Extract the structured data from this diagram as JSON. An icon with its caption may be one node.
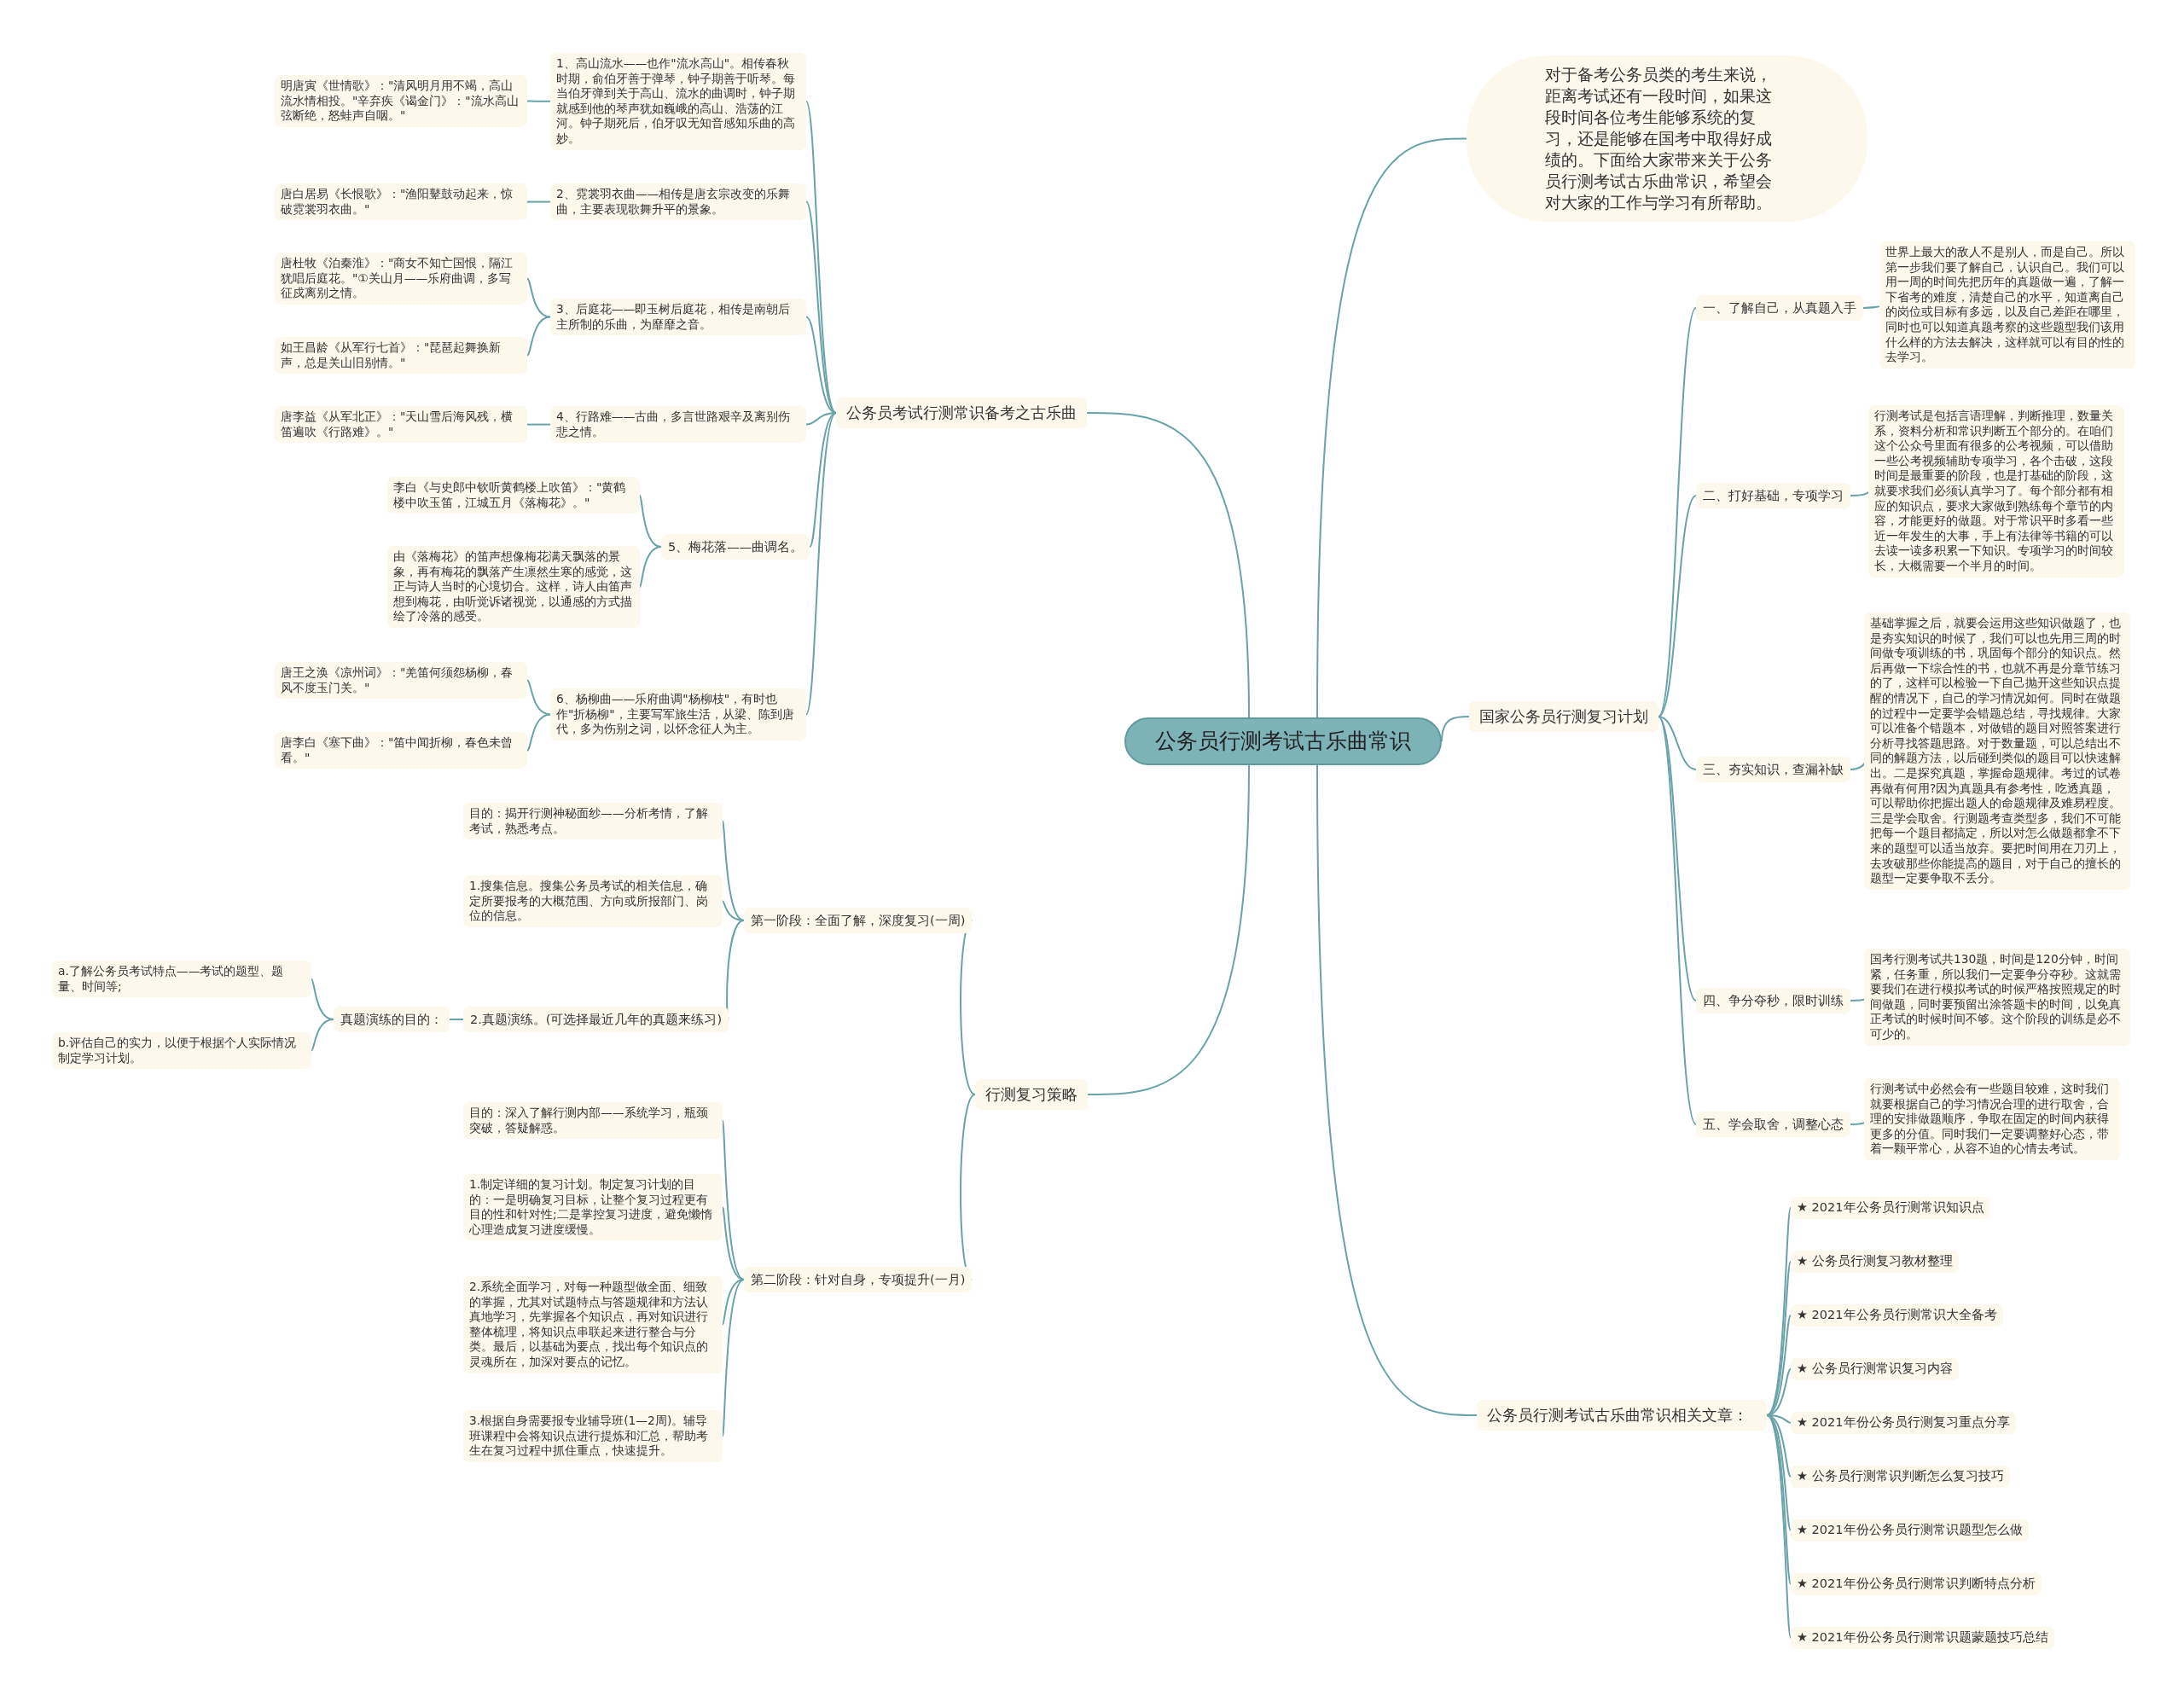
{
  "diagram": {
    "nodes": [
      {
        "text": [
          "公务员行测考试古乐曲常识"
        ]
      },
      {
        "text": [
          "公务员考试行测常识备考之古乐曲"
        ]
      },
      {
        "text": [
          "1、高山流水——也作\"流水高山\"。相传春秋时期，俞伯牙善于弹琴，钟子期善于听琴。每当伯牙弹到关于高山、流水的曲调时，钟子期就感到他的琴声犹如巍峨的高山、浩荡的江河。钟子期死后，伯牙叹无知音感知乐曲的高妙。"
        ]
      },
      {
        "text": [
          "明唐寅《世情歌》：\"清风明月用不竭，高山流水情相投。\"辛弃疾《谒金门》：\"流水高山弦断绝，怒蛙声自咽。\""
        ]
      },
      {
        "text": [
          "2、霓裳羽衣曲——相传是唐玄宗改变的乐舞曲，主要表现歌舞升平的景象。"
        ]
      },
      {
        "text": [
          "唐白居易《长恨歌》：\"渔阳鼙鼓动起来，惊破霓裳羽衣曲。\""
        ]
      },
      {
        "text": [
          "3、后庭花——即玉树后庭花，相传是南朝后主所制的乐曲，为靡靡之音。"
        ]
      },
      {
        "text": [
          "唐杜牧《泊秦淮》：\"商女不知亡国恨，隔江犹唱后庭花。\"①关山月——乐府曲调，多写征戍离别之情。"
        ]
      },
      {
        "text": [
          "如王昌龄《从军行七首》：\"琵琶起舞换新声，总是关山旧别情。\""
        ]
      },
      {
        "text": [
          "4、行路难——古曲，多言世路艰辛及离别伤悲之情。"
        ]
      },
      {
        "text": [
          "唐李益《从军北正》：\"天山雪后海风残，横笛遍吹《行路难》。\""
        ]
      },
      {
        "text": [
          "5、梅花落——曲调名。"
        ]
      },
      {
        "text": [
          "李白《与史郎中钦听黄鹤楼上吹笛》：\"黄鹤楼中吹玉笛，江城五月《落梅花》。\""
        ]
      },
      {
        "text": [
          "由《落梅花》的笛声想像梅花满天飘落的景象，再有梅花的飘落产生凛然生寒的感觉，这正与诗人当时的心境切合。这样，诗人由笛声想到梅花，由听觉诉诸视觉，以通感的方式描绘了冷落的感受。"
        ]
      },
      {
        "text": [
          "6、杨柳曲——乐府曲调\"杨柳枝\"，有时也作\"折杨柳\"，主要写军旅生活，从梁、陈到唐代，多为伤别之词，以怀念征人为主。"
        ]
      },
      {
        "text": [
          "唐王之涣《凉州词》：\"羌笛何须怨杨柳，春风不度玉门关。\""
        ]
      },
      {
        "text": [
          "唐李白《塞下曲》：\"笛中闻折柳，春色未曾看。\""
        ]
      },
      {
        "text": [
          "行测复习策略"
        ]
      },
      {
        "text": [
          "第一阶段：全面了解，深度复习(一周)"
        ]
      },
      {
        "text": [
          "目的：揭开行测神秘面纱——分析考情，了解考试，熟悉考点。"
        ]
      },
      {
        "text": [
          "1.搜集信息。搜集公务员考试的相关信息，确定所要报考的大概范围、方向或所报部门、岗位的信息。"
        ]
      },
      {
        "text": [
          "2.真题演练。(可选择最近几年的真题来练习)"
        ]
      },
      {
        "text": [
          "真题演练的目的："
        ]
      },
      {
        "text": [
          "a.了解公务员考试特点——考试的题型、题量、时间等;"
        ]
      },
      {
        "text": [
          "b.评估自己的实力，以便于根据个人实际情况制定学习计划。"
        ]
      },
      {
        "text": [
          "第二阶段：针对自身，专项提升(一月)"
        ]
      },
      {
        "text": [
          "目的：深入了解行测内部——系统学习，瓶颈突破，答疑解惑。"
        ]
      },
      {
        "text": [
          "1.制定详细的复习计划。制定复习计划的目的：一是明确复习目标，让整个复习过程更有目的性和针对性;二是掌控复习进度，避免懒惰心理造成复习进度缓慢。"
        ]
      },
      {
        "text": [
          "2.系统全面学习，对每一种题型做全面、细致的掌握，尤其对试题特点与答题规律和方法认真地学习，先掌握各个知识点，再对知识进行整体梳理，将知识点串联起来进行整合与分类。最后，以基础为要点，找出每个知识点的灵魂所在，加深对要点的记忆。"
        ]
      },
      {
        "text": [
          "3.根据自身需要报专业辅导班(1—2周)。辅导班课程中会将知识点进行提炼和汇总，帮助考生在复习过程中抓住重点，快速提升。"
        ]
      },
      {
        "text": [
          "对于备考公务员类的考生来说，距离考试还有一段时间，如果这段时间各位考生能够系统的复习，还是能够在国考中取得好成绩的。下面给大家带来关于公务员行测考试古乐曲常识，希望会对大家的工作与学习有所帮助。"
        ]
      },
      {
        "text": [
          "国家公务员行测复习计划"
        ]
      },
      {
        "text": [
          "一、了解自己，从真题入手"
        ]
      },
      {
        "text": [
          "世界上最大的敌人不是别人，而是自己。所以第一步我们要了解自己，认识自己。我们可以用一周的时间先把历年的真题做一遍，了解一下省考的难度，清楚自己的水平，知道离自己的岗位或目标有多远，以及自己差距在哪里，同时也可以知道真题考察的这些题型我们该用什么样的方法去解决，这样就可以有目的性的去学习。"
        ]
      },
      {
        "text": [
          "二、打好基础，专项学习"
        ]
      },
      {
        "text": [
          "行测考试是包括言语理解，判断推理，数量关系，资料分析和常识判断五个部分的。在咱们这个公众号里面有很多的公考视频，可以借助一些公考视频辅助专项学习，各个击破，这段时间是最重要的阶段，也是打基础的阶段，这就要求我们必须认真学习了。每个部分都有相应的知识点，要求大家做到熟练每个章节的内容，才能更好的做题。对于常识平时多看一些近一年发生的大事，手上有法律等书籍的可以去读一读多积累一下知识。专项学习的时间较长，大概需要一个半月的时间。"
        ]
      },
      {
        "text": [
          "三、夯实知识，查漏补缺"
        ]
      },
      {
        "text": [
          "基础掌握之后，就要会运用这些知识做题了，也是夯实知识的时候了，我们可以也先用三周的时间做专项训练的书，巩固每个部分的知识点。然后再做一下综合性的书，也就不再是分章节练习的了，这样可以检验一下自己抛开这些知识点提醒的情况下，自己的学习情况如何。同时在做题的过程中一定要学会错题总结，寻找规律。大家可以准备个错题本，对做错的题目对照答案进行分析寻找答题思路。对于数量题，可以总结出不同的解题方法，以后碰到类似的题目可以快速解出。二是探究真题，掌握命题规律。考过的试卷再做有何用?因为真题具有参考性，吃透真题，可以帮助你把握出题人的命题规律及难易程度。三是学会取舍。行测题考查类型多，我们不可能把每一个题目都搞定，所以对怎么做题都拿不下来的题型可以适当放弃。要把时间用在刀刃上，去攻破那些你能提高的题目，对于自己的擅长的题型一定要争取不丢分。"
        ]
      },
      {
        "text": [
          "四、争分夺秒，限时训练"
        ]
      },
      {
        "text": [
          "国考行测考试共130题，时间是120分钟，时间紧，任务重，所以我们一定要争分夺秒。这就需要我们在进行模拟考试的时候严格按照规定的时间做题，同时要预留出涂答题卡的时间，以免真正考试的时候时间不够。这个阶段的训练是必不可少的。"
        ]
      },
      {
        "text": [
          "五、学会取舍，调整心态"
        ]
      },
      {
        "text": [
          "行测考试中必然会有一些题目较难，这时我们就要根据自己的学习情况合理的进行取舍，合理的安排做题顺序，争取在固定的时间内获得更多的分值。同时我们一定要调整好心态，带着一颗平常心，从容不迫的心情去考试。"
        ]
      },
      {
        "text": [
          "公务员行测考试古乐曲常识相关文章："
        ]
      },
      {
        "text": [
          "★ 2021年公务员行测常识知识点"
        ]
      },
      {
        "text": [
          "★ 公务员行测复习教材整理"
        ]
      },
      {
        "text": [
          "★ 2021年公务员行测常识大全备考"
        ]
      },
      {
        "text": [
          "★ 公务员行测常识复习内容"
        ]
      },
      {
        "text": [
          "★ 2021年份公务员行测复习重点分享"
        ]
      },
      {
        "text": [
          "★ 公务员行测常识判断怎么复习技巧"
        ]
      },
      {
        "text": [
          "★ 2021年份公务员行测常识题型怎么做"
        ]
      },
      {
        "text": [
          "★ 2021年份公务员行测常识判断特点分析"
        ]
      },
      {
        "text": [
          "★ 2021年份公务员行测常识题蒙题技巧总结"
        ]
      }
    ],
    "edges": [
      {
        "from": 0,
        "to": 1,
        "arrow": "none"
      },
      {
        "from": 1,
        "to": 2,
        "arrow": "none"
      },
      {
        "from": 2,
        "to": 3,
        "arrow": "none"
      },
      {
        "from": 1,
        "to": 4,
        "arrow": "none"
      },
      {
        "from": 4,
        "to": 5,
        "arrow": "none"
      },
      {
        "from": 1,
        "to": 6,
        "arrow": "none"
      },
      {
        "from": 6,
        "to": 7,
        "arrow": "none"
      },
      {
        "from": 6,
        "to": 8,
        "arrow": "none"
      },
      {
        "from": 1,
        "to": 9,
        "arrow": "none"
      },
      {
        "from": 9,
        "to": 10,
        "arrow": "none"
      },
      {
        "from": 1,
        "to": 11,
        "arrow": "none"
      },
      {
        "from": 11,
        "to": 12,
        "arrow": "none"
      },
      {
        "from": 11,
        "to": 13,
        "arrow": "none"
      },
      {
        "from": 1,
        "to": 14,
        "arrow": "none"
      },
      {
        "from": 14,
        "to": 15,
        "arrow": "none"
      },
      {
        "from": 14,
        "to": 16,
        "arrow": "none"
      },
      {
        "from": 0,
        "to": 17,
        "arrow": "none"
      },
      {
        "from": 17,
        "to": 18,
        "arrow": "none"
      },
      {
        "from": 18,
        "to": 19,
        "arrow": "none"
      },
      {
        "from": 18,
        "to": 20,
        "arrow": "none"
      },
      {
        "from": 18,
        "to": 21,
        "arrow": "none"
      },
      {
        "from": 21,
        "to": 22,
        "arrow": "none"
      },
      {
        "from": 22,
        "to": 23,
        "arrow": "none"
      },
      {
        "from": 22,
        "to": 24,
        "arrow": "none"
      },
      {
        "from": 17,
        "to": 25,
        "arrow": "none"
      },
      {
        "from": 25,
        "to": 26,
        "arrow": "none"
      },
      {
        "from": 25,
        "to": 27,
        "arrow": "none"
      },
      {
        "from": 25,
        "to": 28,
        "arrow": "none"
      },
      {
        "from": 25,
        "to": 29,
        "arrow": "none"
      },
      {
        "from": 0,
        "to": 30,
        "arrow": "none"
      },
      {
        "from": 0,
        "to": 31,
        "arrow": "none"
      },
      {
        "from": 31,
        "to": 32,
        "arrow": "none"
      },
      {
        "from": 32,
        "to": 33,
        "arrow": "none"
      },
      {
        "from": 31,
        "to": 34,
        "arrow": "none"
      },
      {
        "from": 34,
        "to": 35,
        "arrow": "none"
      },
      {
        "from": 31,
        "to": 36,
        "arrow": "none"
      },
      {
        "from": 36,
        "to": 37,
        "arrow": "none"
      },
      {
        "from": 31,
        "to": 38,
        "arrow": "none"
      },
      {
        "from": 38,
        "to": 39,
        "arrow": "none"
      },
      {
        "from": 31,
        "to": 40,
        "arrow": "none"
      },
      {
        "from": 40,
        "to": 41,
        "arrow": "none"
      },
      {
        "from": 0,
        "to": 42,
        "arrow": "none"
      },
      {
        "from": 42,
        "to": 43,
        "arrow": "none"
      },
      {
        "from": 42,
        "to": 44,
        "arrow": "none"
      },
      {
        "from": 42,
        "to": 45,
        "arrow": "none"
      },
      {
        "from": 42,
        "to": 46,
        "arrow": "none"
      },
      {
        "from": 42,
        "to": 47,
        "arrow": "none"
      },
      {
        "from": 42,
        "to": 48,
        "arrow": "none"
      },
      {
        "from": 42,
        "to": 49,
        "arrow": "none"
      },
      {
        "from": 42,
        "to": 50,
        "arrow": "none"
      },
      {
        "from": 42,
        "to": 51,
        "arrow": "none"
      }
    ]
  }
}
